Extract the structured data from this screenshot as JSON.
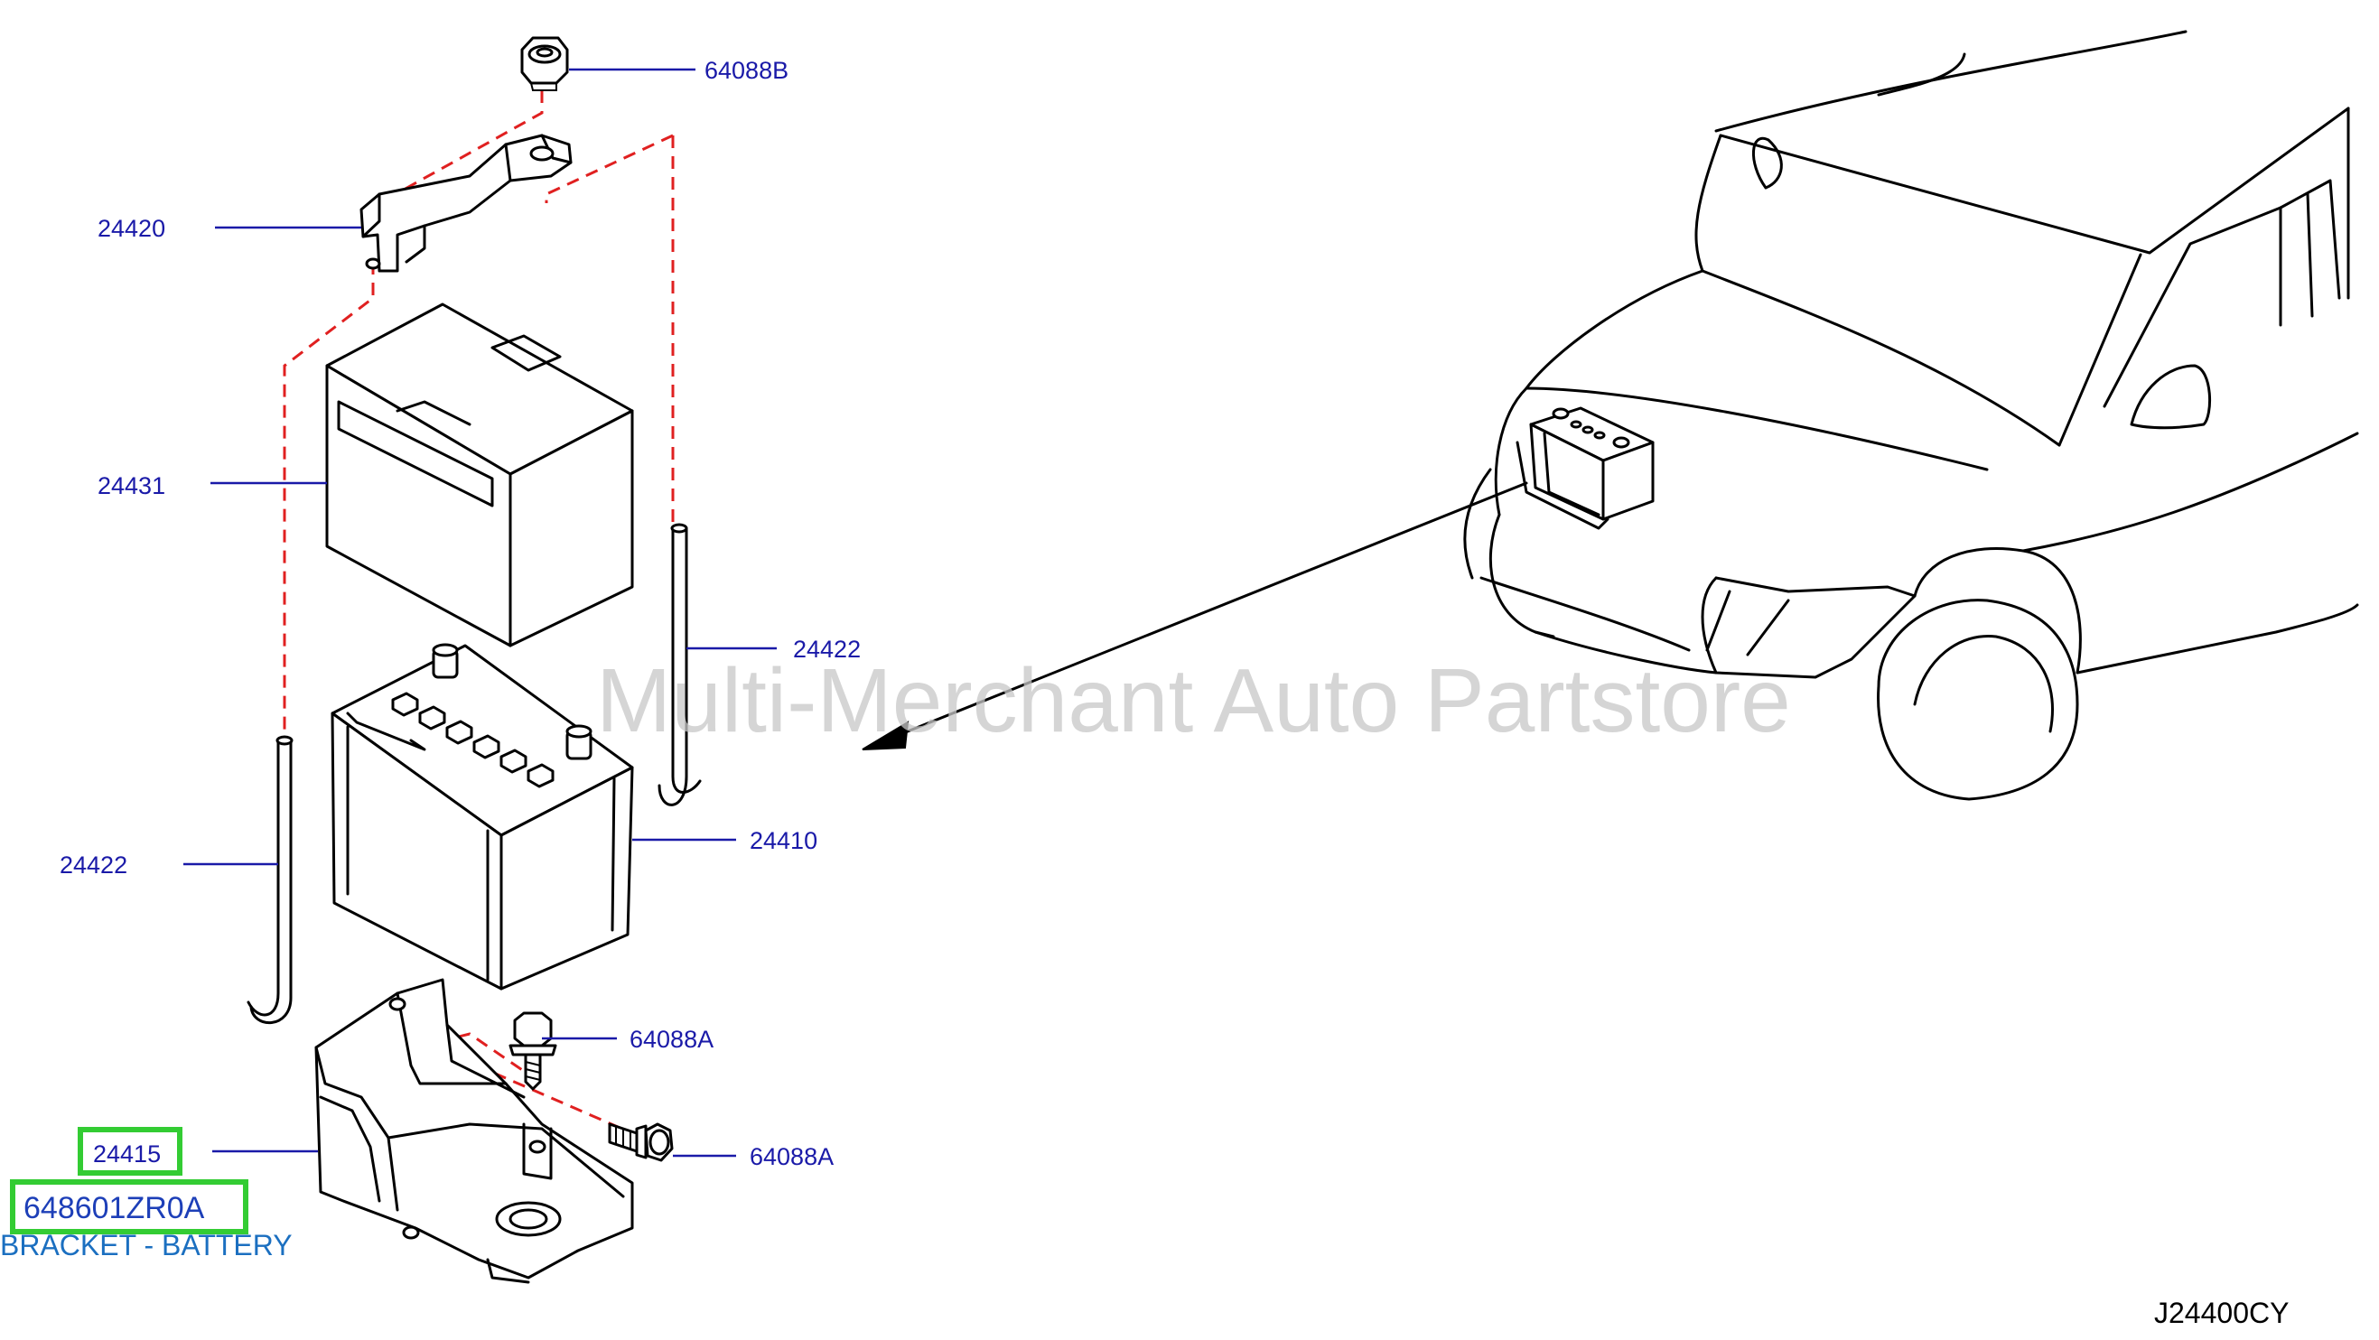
{
  "parts": [
    {
      "number": "64088B"
    },
    {
      "number": "24420"
    },
    {
      "number": "24431"
    },
    {
      "number": "24422"
    },
    {
      "number": "24410"
    },
    {
      "number": "24422"
    },
    {
      "number": "64088A"
    },
    {
      "number": "64088A"
    }
  ],
  "selected_part": {
    "number": "24415",
    "part_code": "648601ZR0A",
    "description": "BRACKET - BATTERY",
    "highlight_color": "#33cc33"
  },
  "watermark": "Multi-Merchant Auto Partstore",
  "figure_id": "J24400CY",
  "colors": {
    "callout_text": "#1a1aa8",
    "guide_dash": "#e02020",
    "description_text": "#1b6fc0"
  }
}
